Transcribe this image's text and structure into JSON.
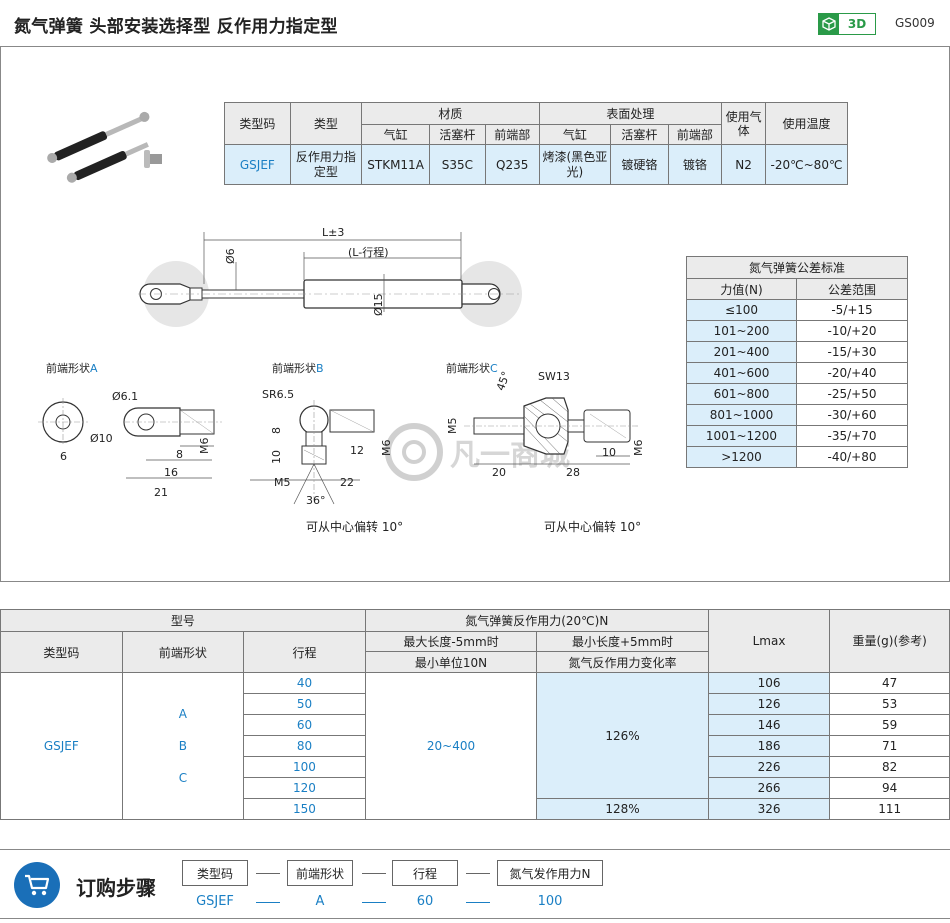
{
  "header": {
    "title": "氮气弹簧  头部安装选择型  反作用力指定型",
    "badge_label": "3D",
    "code": "GS009"
  },
  "material_table": {
    "headers": {
      "type_code": "类型码",
      "type": "类型",
      "material": "材质",
      "surface": "表面处理",
      "gas": "使用气体",
      "temp": "使用温度"
    },
    "sub_headers": [
      "气缸",
      "活塞杆",
      "前端部",
      "气缸",
      "活塞杆",
      "前端部"
    ],
    "row": {
      "type_code": "GSJEF",
      "type": "反作用力指定型",
      "m_cyl": "STKM11A",
      "m_rod": "S35C",
      "m_front": "Q235",
      "s_cyl": "烤漆(黑色亚光)",
      "s_rod": "镀硬铬",
      "s_front": "镀铬",
      "gas": "N2",
      "temp": "-20℃~80℃"
    }
  },
  "tolerance_table": {
    "title": "氮气弹簧公差标准",
    "col_force": "力值(N)",
    "col_range": "公差范围",
    "rows": [
      {
        "force": "≤100",
        "range": "-5/+15"
      },
      {
        "force": "101~200",
        "range": "-10/+20"
      },
      {
        "force": "201~400",
        "range": "-15/+30"
      },
      {
        "force": "401~600",
        "range": "-20/+40"
      },
      {
        "force": "601~800",
        "range": "-25/+50"
      },
      {
        "force": "801~1000",
        "range": "-30/+60"
      },
      {
        "force": "1001~1200",
        "range": "-35/+70"
      },
      {
        "force": ">1200",
        "range": "-40/+80"
      }
    ]
  },
  "drawing": {
    "main": {
      "L": "L±3",
      "L_stroke": "(L-行程)",
      "d6": "Ø6",
      "d15": "Ø15"
    },
    "shape_a": {
      "title_prefix": "前端形状",
      "title_letter": "A",
      "d61": "Ø6.1",
      "d10": "Ø10",
      "w6": "6",
      "w8": "8",
      "w16": "16",
      "w21": "21",
      "m6": "M6"
    },
    "shape_b": {
      "title_prefix": "前端形状",
      "title_letter": "B",
      "sr": "SR6.5",
      "h8": "8",
      "h10": "10",
      "m5": "M5",
      "w12": "12",
      "w22": "22",
      "ang": "36°",
      "m6": "M6",
      "note": "可从中心偏转 10°"
    },
    "shape_c": {
      "title_prefix": "前端形状",
      "title_letter": "C",
      "ang": "45°",
      "sw": "SW13",
      "m5": "M5",
      "w20": "20",
      "w28": "28",
      "w10": "10",
      "m6": "M6",
      "note": "可从中心偏转 10°"
    },
    "watermark": "凡一商城"
  },
  "order_table": {
    "h_model": "型号",
    "h_force": "氮气弹簧反作用力(20℃)N",
    "h_type_code": "类型码",
    "h_front": "前端形状",
    "h_stroke": "行程",
    "h_max": "最大长度-5mm时",
    "h_min": "最小长度+5mm时",
    "h_unit": "最小单位10N",
    "h_rate": "氮气反作用力变化率",
    "h_lmax": "Lmax",
    "h_weight": "重量(g)(参考)",
    "type_code": "GSJEF",
    "front_shapes": [
      "A",
      "B",
      "C"
    ],
    "force_range": "20~400",
    "rate_a": "126%",
    "rate_b": "128%",
    "rows": [
      {
        "stroke": "40",
        "lmax": "106",
        "weight": "47"
      },
      {
        "stroke": "50",
        "lmax": "126",
        "weight": "53"
      },
      {
        "stroke": "60",
        "lmax": "146",
        "weight": "59"
      },
      {
        "stroke": "80",
        "lmax": "186",
        "weight": "71"
      },
      {
        "stroke": "100",
        "lmax": "226",
        "weight": "82"
      },
      {
        "stroke": "120",
        "lmax": "266",
        "weight": "94"
      },
      {
        "stroke": "150",
        "lmax": "326",
        "weight": "111"
      }
    ]
  },
  "order_steps": {
    "title": "订购步骤",
    "icon": "cart-icon",
    "steps": [
      {
        "label": "类型码",
        "value": "GSJEF"
      },
      {
        "label": "前端形状",
        "value": "A"
      },
      {
        "label": "行程",
        "value": "60"
      },
      {
        "label": "氮气发作用力N",
        "value": "100"
      }
    ]
  }
}
